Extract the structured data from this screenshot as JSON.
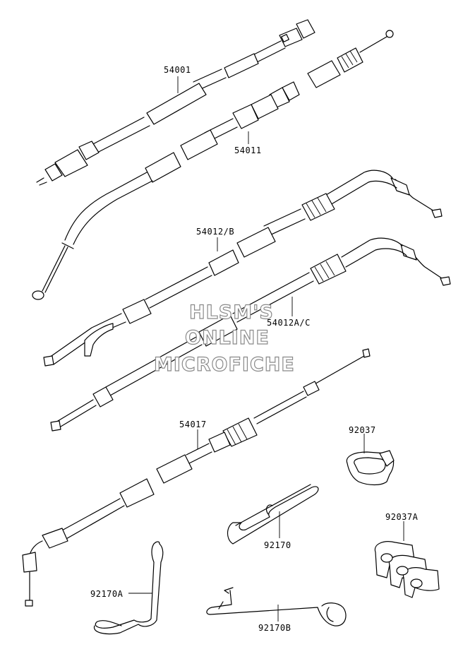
{
  "parts": [
    {
      "id": "p54001",
      "number": "54001"
    },
    {
      "id": "p54011",
      "number": "54011"
    },
    {
      "id": "p54012b",
      "number": "54012/B"
    },
    {
      "id": "p54012ac",
      "number": "54012A/C"
    },
    {
      "id": "p54017",
      "number": "54017"
    },
    {
      "id": "p92037",
      "number": "92037"
    },
    {
      "id": "p92037a",
      "number": "92037A"
    },
    {
      "id": "p92170",
      "number": "92170"
    },
    {
      "id": "p92170a",
      "number": "92170A"
    },
    {
      "id": "p92170b",
      "number": "92170B"
    }
  ],
  "watermark": {
    "line1": "HLSM'S",
    "line2": "ONLINE",
    "line3": "MICROFICHE",
    "color": "#8a8a8a"
  }
}
